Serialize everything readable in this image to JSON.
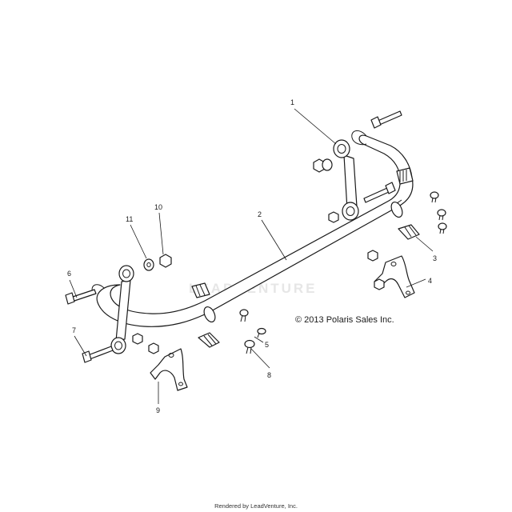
{
  "copyright": "© 2013 Polaris Sales Inc.",
  "footer": "Rendered by LeadVenture, Inc.",
  "watermark": "LEADVENTURE",
  "callouts": [
    "1",
    "2",
    "3",
    "4",
    "5",
    "6",
    "7",
    "8",
    "9",
    "10",
    "11"
  ]
}
